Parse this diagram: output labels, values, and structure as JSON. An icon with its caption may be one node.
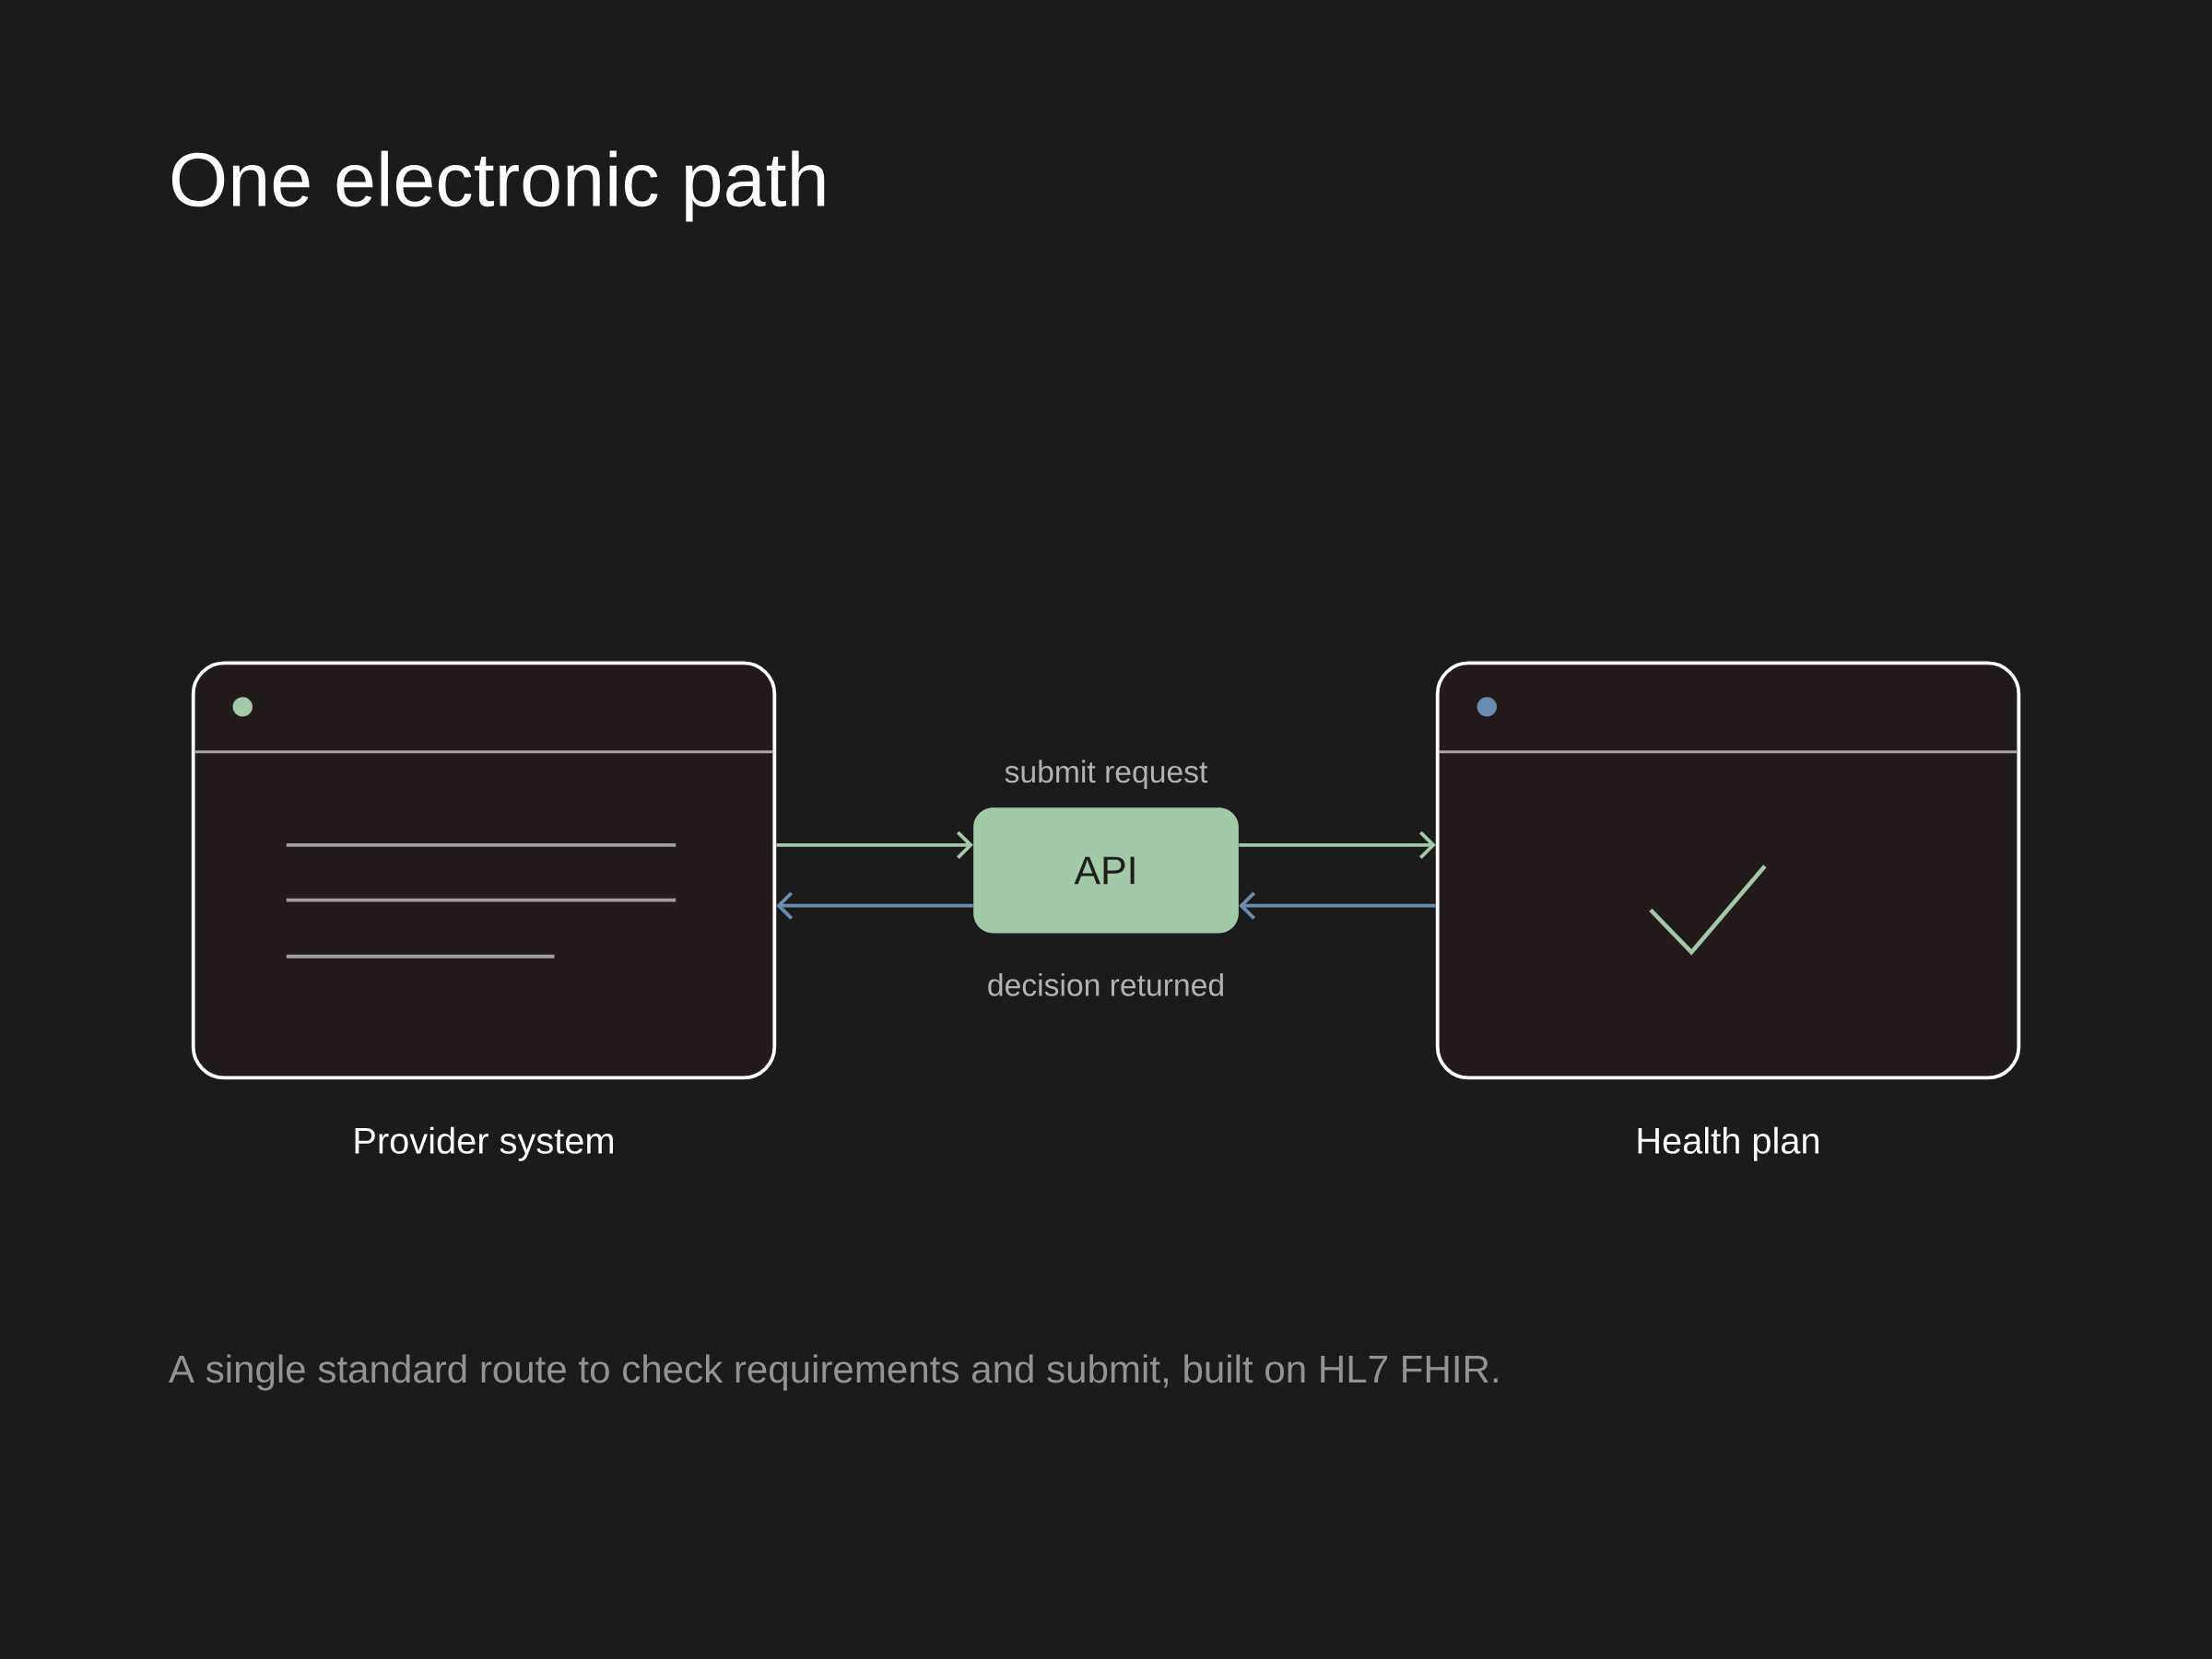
{
  "diagram": {
    "title": "One electronic path",
    "caption": "A single standard route to check requirements and submit, built on HL7 FHIR.",
    "nodes": [
      {
        "text": [
          "Provider system"
        ]
      },
      {
        "text": [
          "API"
        ]
      },
      {
        "text": [
          "Health plan"
        ]
      }
    ],
    "edges": [
      {
        "from": 0,
        "to": 1,
        "arrow": "to",
        "color": "#a3c9a8"
      },
      {
        "from": 1,
        "to": 2,
        "arrow": "to",
        "color": "#a3c9a8"
      },
      {
        "from": 2,
        "to": 1,
        "arrow": "to",
        "color": "#6b8cae"
      },
      {
        "from": 1,
        "to": 0,
        "arrow": "to",
        "color": "#6b8cae"
      }
    ],
    "labels": [
      "submit request",
      "decision returned"
    ]
  }
}
